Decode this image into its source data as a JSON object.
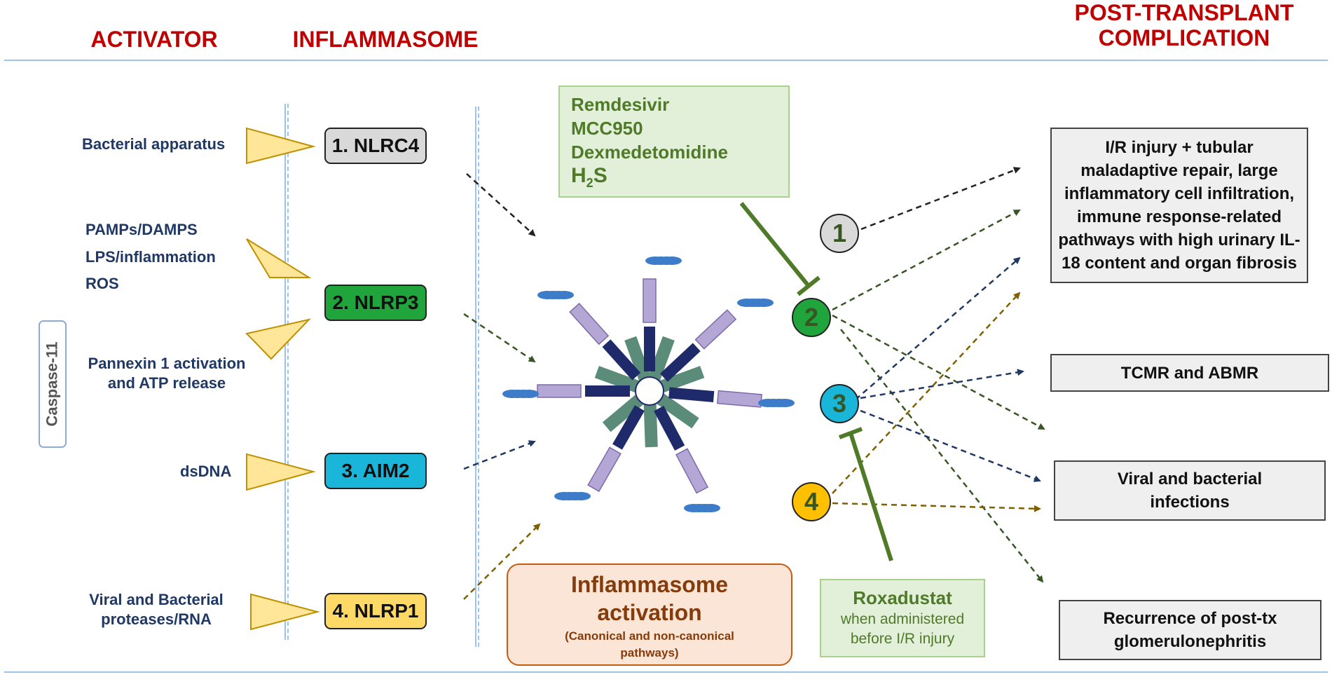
{
  "headers": {
    "activator": "ACTIVATOR",
    "inflammasome": "INFLAMMASOME",
    "complication_line1": "POST-TRANSPLANT",
    "complication_line2": "COMPLICATION"
  },
  "side_label": "Caspase-11",
  "activators": {
    "bacterial": "Bacterial apparatus",
    "pamps": "PAMPs/DAMPS",
    "lps": "LPS/inflammation",
    "ros": "ROS",
    "pannexin_line1": "Pannexin 1 activation",
    "pannexin_line2": "and ATP release",
    "dsdna": "dsDNA",
    "viral_line1": "Viral and Bacterial",
    "viral_line2": "proteases/RNA"
  },
  "inflammasomes": [
    {
      "label": "1. NLRC4",
      "color": "#d9d9d9"
    },
    {
      "label": "2. NLRP3",
      "color": "#1fa53b"
    },
    {
      "label": "3. AIM2",
      "color": "#1ab6d9"
    },
    {
      "label": "4. NLRP1",
      "color": "#ffd966"
    }
  ],
  "inhibitors_top": {
    "drug1": "Remdesivir",
    "drug2": "MCC950",
    "drug3": "Dexmedetomidine",
    "drug4_main": "H",
    "drug4_sub": "2",
    "drug4_end": "S"
  },
  "activation": {
    "title_line1": "Inflammasome",
    "title_line2": "activation",
    "subtitle_line1": "(Canonical and non-canonical",
    "subtitle_line2": "pathways)"
  },
  "roxadustat": {
    "name": "Roxadustat",
    "note_line1": "when administered",
    "note_line2": "before I/R injury"
  },
  "numbers": [
    {
      "label": "1",
      "color": "#d9d9d9"
    },
    {
      "label": "2",
      "color": "#1fa53b"
    },
    {
      "label": "3",
      "color": "#1ab6d9"
    },
    {
      "label": "4",
      "color": "#ffc000"
    }
  ],
  "complications": {
    "ir_lines": [
      "I/R injury + tubular",
      "maladaptive repair, large",
      "inflammatory cell infiltration,",
      "immune response-related",
      "pathways with high urinary IL-",
      "18 content and organ fibrosis"
    ],
    "tcmr": "TCMR and ABMR",
    "viral_line1": "Viral and bacterial",
    "viral_line2": "infections",
    "recurrence_line1": "Recurrence of post-tx",
    "recurrence_line2": "glomerulonephritis"
  },
  "colors": {
    "heading_red": "#c00000",
    "activator_text": "#203864",
    "triangle_fill": "#ffe699",
    "arrow_black": "#222222",
    "arrow_green": "#375623",
    "arrow_navy": "#203864",
    "arrow_olive": "#7f6000",
    "protein_purple": "#b4a7d6",
    "protein_navy": "#1f2a6b",
    "protein_teal": "#5b8c7a",
    "card_blue": "#3d7cc9"
  }
}
